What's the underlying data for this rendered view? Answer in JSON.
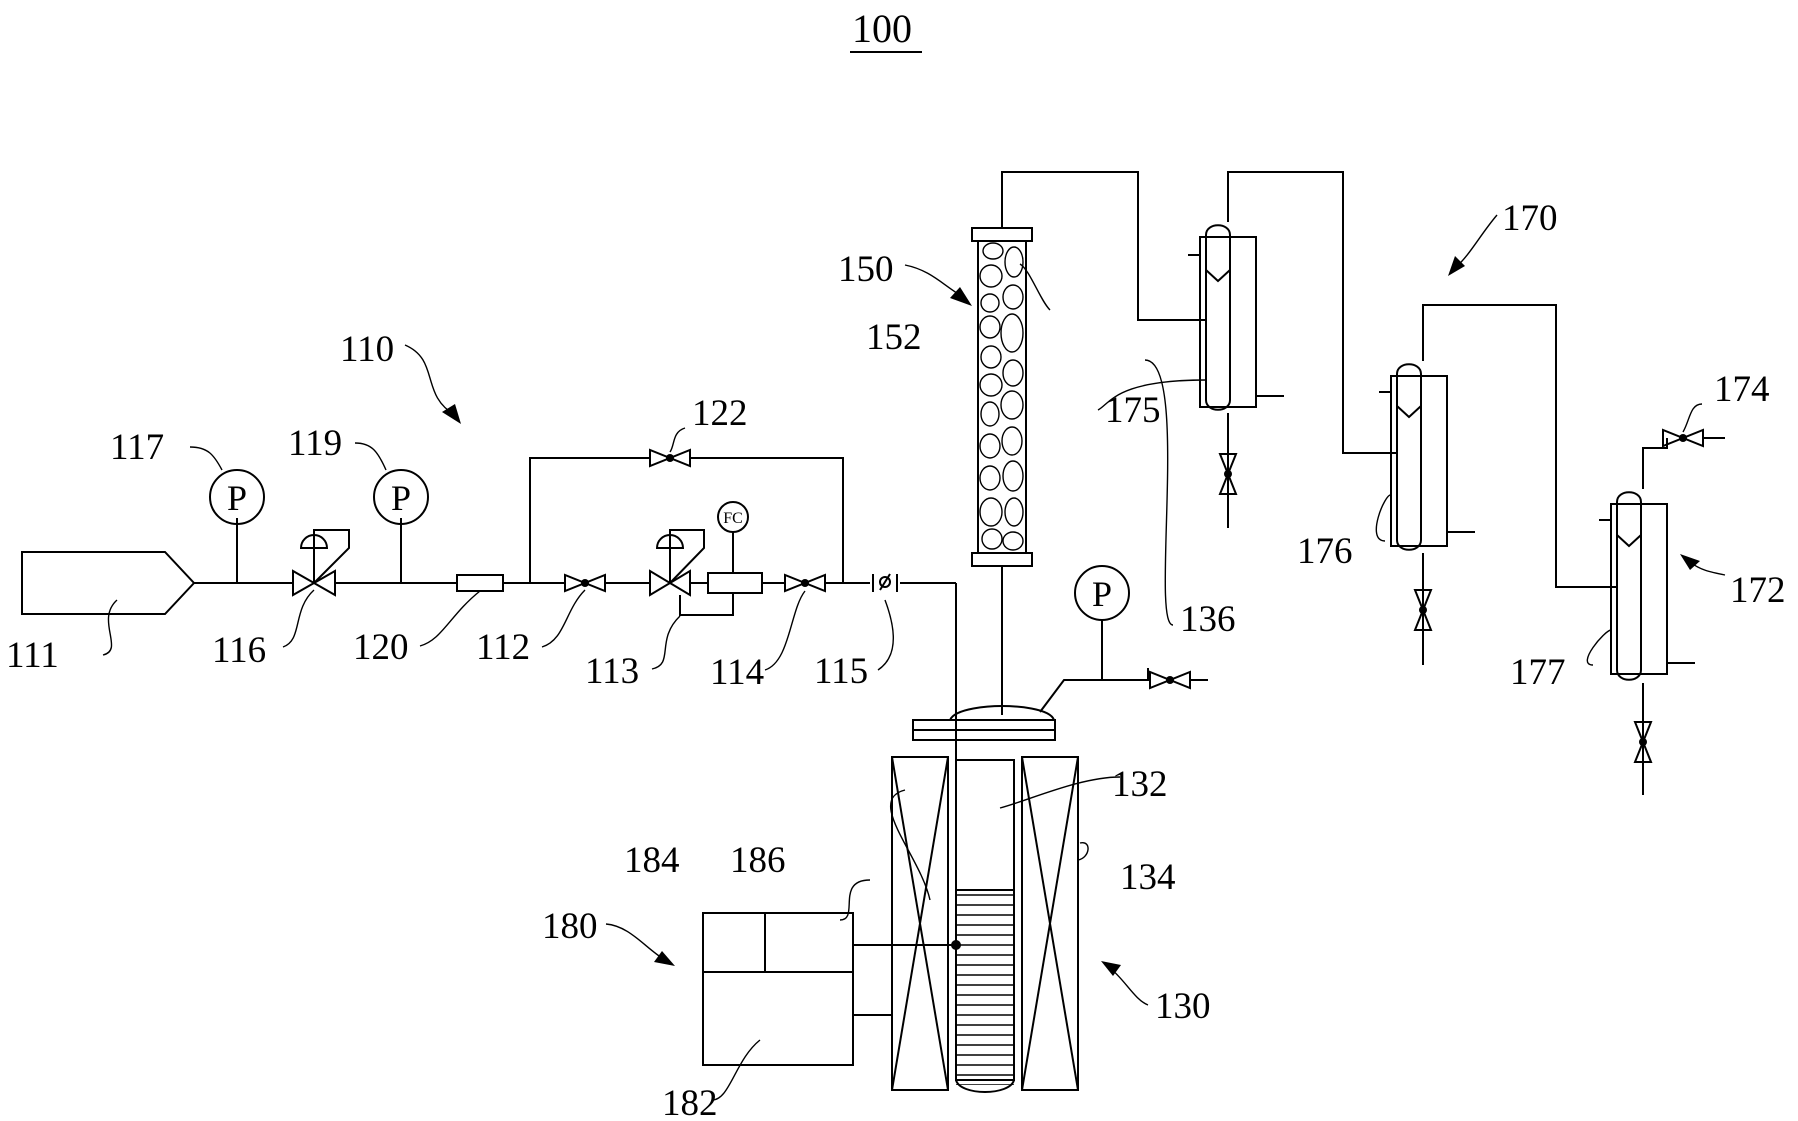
{
  "figure_number": "100",
  "gauges": {
    "g117": "P",
    "g119": "P",
    "g136": "P",
    "flow_controller": "FC"
  },
  "labels": {
    "l100": "100",
    "l110": "110",
    "l111": "111",
    "l112": "112",
    "l113": "113",
    "l114": "114",
    "l115": "115",
    "l116": "116",
    "l117": "117",
    "l119": "119",
    "l120": "120",
    "l122": "122",
    "l130": "130",
    "l132": "132",
    "l134": "134",
    "l136": "136",
    "l150": "150",
    "l152": "152",
    "l170": "170",
    "l172": "172",
    "l174": "174",
    "l175": "175",
    "l176": "176",
    "l177": "177",
    "l180": "180",
    "l182": "182",
    "l184": "184",
    "l186": "186"
  }
}
